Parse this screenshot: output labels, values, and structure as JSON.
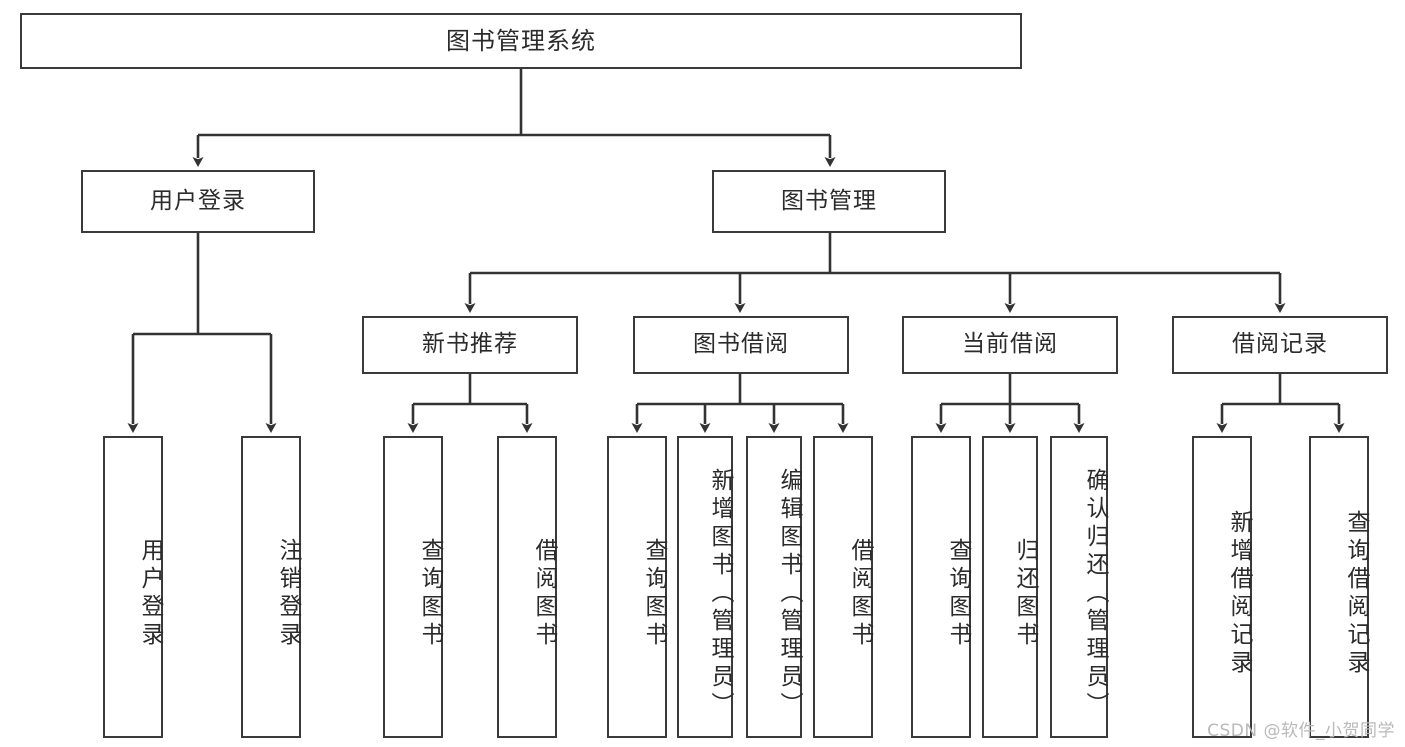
{
  "diagram": {
    "title": "图书管理系统",
    "type": "tree-hierarchy-chart",
    "watermark": "CSDN @软件_小贺同学",
    "colors": {
      "box_border": "#3a3a3a",
      "box_fill": "#ffffff",
      "connector": "#333333",
      "text": "#2b2b2b",
      "watermark": "#b9b9b9"
    },
    "nodes": {
      "root": {
        "label": "图书管理系统"
      },
      "level2": [
        {
          "id": "user-login",
          "label": "用户登录"
        },
        {
          "id": "book-manage",
          "label": "图书管理"
        }
      ],
      "level3": [
        {
          "id": "new-book-recommend",
          "label": "新书推荐"
        },
        {
          "id": "book-borrow",
          "label": "图书借阅"
        },
        {
          "id": "current-borrow",
          "label": "当前借阅"
        },
        {
          "id": "borrow-record",
          "label": "借阅记录"
        }
      ],
      "leaves": {
        "user-login": [
          {
            "id": "leaf-user-login",
            "label": "用户登录"
          },
          {
            "id": "leaf-logout-login",
            "label": "注销登录"
          }
        ],
        "new-book-recommend": [
          {
            "id": "leaf-query-book-1",
            "label": "查询图书"
          },
          {
            "id": "leaf-borrow-book-1",
            "label": "借阅图书"
          }
        ],
        "book-borrow": [
          {
            "id": "leaf-query-book-2",
            "label": "查询图书"
          },
          {
            "id": "leaf-add-book",
            "label": "新增图书（管理员）"
          },
          {
            "id": "leaf-edit-book",
            "label": "编辑图书（管理员）"
          },
          {
            "id": "leaf-borrow-book-2",
            "label": "借阅图书"
          }
        ],
        "current-borrow": [
          {
            "id": "leaf-query-book-3",
            "label": "查询图书"
          },
          {
            "id": "leaf-return-book",
            "label": "归还图书"
          },
          {
            "id": "leaf-confirm-return",
            "label": "确认归还（管理员）"
          }
        ],
        "borrow-record": [
          {
            "id": "leaf-add-record",
            "label": "新增借阅记录"
          },
          {
            "id": "leaf-query-record",
            "label": "查询借阅记录"
          }
        ]
      }
    }
  }
}
